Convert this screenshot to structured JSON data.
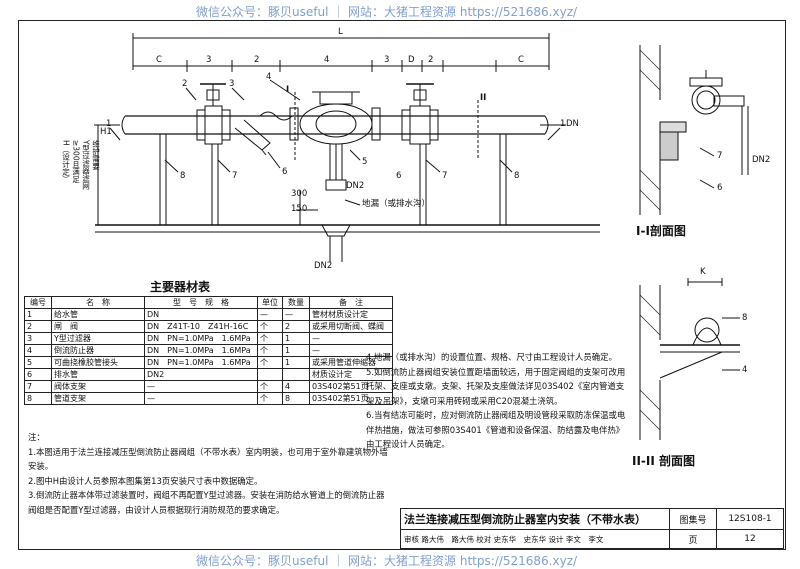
{
  "watermark_top": "微信公众号：豚贝useful ｜ 网站：大猪工程资源 https://521686.xyz/",
  "watermark_bottom": "微信公众号：豚贝useful ｜ 网站：大猪工程资源 https://521686.xyz/",
  "plan": {
    "dim_L": "L",
    "dims": [
      "C",
      "3",
      "2",
      "4",
      "3",
      "D",
      "2",
      "C"
    ],
    "section_mark": "I",
    "section_mark2": "II",
    "callouts": [
      "2",
      "3",
      "4",
      "1",
      "1",
      "8",
      "7",
      "6",
      "5",
      "7",
      "6",
      "8"
    ],
    "dim_h1": "H1",
    "dn_label": "DN",
    "dn2_label": "DN2",
    "dn2_label_b": "DN2",
    "dim_300": "300",
    "dim_150": "150",
    "drain_label": "地漏（或排水沟）",
    "vert_label": "H（设计定）",
    "vert_label2": "≥300且满足",
    "vert_label3": "Y型过滤器滤网",
    "vert_label4": "维护需要"
  },
  "section1": {
    "title": "I-I剖面图",
    "labels": [
      "7",
      "6",
      "DN2"
    ]
  },
  "section2": {
    "title": "II-II 剖面图",
    "labels": [
      "K",
      "8",
      "4"
    ]
  },
  "materials": {
    "title": "主要器材表",
    "headers": [
      "编号",
      "名　称",
      "型　号　规　格",
      "单位",
      "数量",
      "备　注"
    ],
    "rows": [
      [
        "1",
        "给水管",
        "DN",
        "—",
        "—",
        "管材材质设计定"
      ],
      [
        "2",
        "闸　阀",
        "DN　Z41T-10　Z41H-16C",
        "个",
        "2",
        "或采用切断阀、蝶阀"
      ],
      [
        "3",
        "Y型过滤器",
        "DN　PN=1.0MPa　1.6MPa",
        "个",
        "1",
        "—"
      ],
      [
        "4",
        "倒流防止器",
        "DN　PN=1.0MPa　1.6MPa",
        "个",
        "1",
        "—"
      ],
      [
        "5",
        "可曲挠橡胶管接头",
        "DN　PN=1.0MPa　1.6MPa",
        "个",
        "1",
        "或采用管道伸缩器"
      ],
      [
        "6",
        "排水管",
        "DN2",
        "",
        "",
        "材质设计定"
      ],
      [
        "7",
        "阀体支架",
        "—",
        "个",
        "4",
        "03S402第51页"
      ],
      [
        "8",
        "管道支架",
        "—",
        "个",
        "8",
        "03S402第51页"
      ]
    ]
  },
  "notes_left": {
    "heading": "注：",
    "items": [
      "1.本图适用于法兰连接减压型倒流防止器阀组（不带水表）室内明装，也可用于室外靠建筑物外墙安装。",
      "2.图中H由设计人员参照本图集第13页安装尺寸表中数据确定。",
      "3.倒流防止器本体带过滤装置时，阀组不再配置Y型过滤器。安装在消防给水管道上的倒流防止器阀组是否配置Y型过滤器，由设计人员根据现行消防规范的要求确定。"
    ]
  },
  "notes_right": {
    "items": [
      "4.地漏（或排水沟）的设置位置、规格、尺寸由工程设计人员确定。",
      "5.如倒流防止器阀组安装位置距墙面较远，用于固定阀组的支架可改用托架、支座或支墩。支架、托架及支座做法详见03S402《室内管道支架及吊架》，支墩可采用砖砌或采用C20混凝土浇筑。",
      "6.当有结冻可能时，应对倒流防止器阀组及明设管段采取防冻保温或电伴热措施，做法可参照03S401《管道和设备保温、防结露及电伴热》由工程设计人员确定。"
    ]
  },
  "titleblock": {
    "title": "法兰连接减压型倒流防止器室内安装（不带水表）",
    "atlas_label": "图集号",
    "atlas_no": "12S108-1",
    "row2": "审核 路大伟　路大伟 校对 史东华　史东华 设计 李文　李文",
    "page_label": "页",
    "page_no": "12"
  }
}
